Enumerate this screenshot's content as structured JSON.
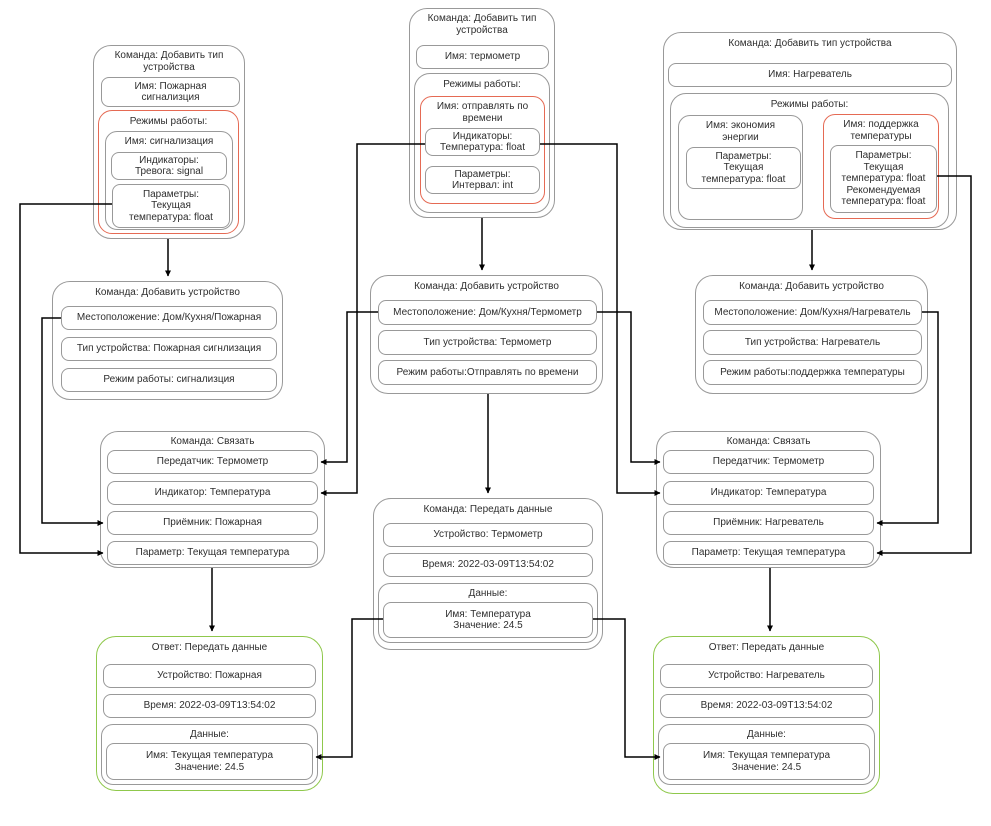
{
  "colors": {
    "red_border": "#e56a54",
    "green_border": "#8fc84c",
    "gray_border": "#999999",
    "connector": "#000000"
  },
  "diagram": {
    "left_type": {
      "title": "Команда: Добавить тип\nустройства",
      "name": "Имя: Пожарная\nсигнализция",
      "modes_label": "Режимы работы:",
      "mode_name": "Имя: сигнализация",
      "indicators": "Индикаторы:\nТревога: signal",
      "parameters": "Параметры:\nТекущая\nтемпература: float"
    },
    "mid_type": {
      "title": "Команда: Добавить тип\nустройства",
      "name": "Имя: термометр",
      "modes_label": "Режимы работы:",
      "mode_name": "Имя: отправлять по\nвремени",
      "indicators": "Индикаторы:\nТемпература: float",
      "parameters": "Параметры:\nИнтервал: int"
    },
    "right_type": {
      "title": "Команда: Добавить тип устройства",
      "name": "Имя: Нагреватель",
      "modes_label": "Режимы работы:",
      "mode_a_name": "Имя: экономия\nэнергии",
      "mode_a_parameters": "Параметры:\nТекущая\nтемпература: float",
      "mode_b_name": "Имя: поддержка\nтемпературы",
      "mode_b_parameters": "Параметры:\nТекущая\nтемпература: float\nРекомендуемая\nтемпература: float"
    },
    "left_add": {
      "title": "Команда: Добавить устройство",
      "items": [
        "Местоположение: Дом/Кухня/Пожарная",
        "Тип устройства: Пожарная сигнлизация",
        "Режим работы: сигнализция"
      ]
    },
    "mid_add": {
      "title": "Команда: Добавить устройство",
      "items": [
        "Местоположение: Дом/Кухня/Термометр",
        "Тип устройства: Термометр",
        "Режим работы:Отправлять по времени"
      ]
    },
    "right_add": {
      "title": "Команда: Добавить устройство",
      "items": [
        "Местоположение: Дом/Кухня/Нагреватель",
        "Тип устройства: Нагреватель",
        "Режим работы:поддержка температуры"
      ]
    },
    "left_link": {
      "title": "Команда: Связать",
      "items": [
        "Передатчик: Термометр",
        "Индикатор: Температура",
        "Приёмник: Пожарная",
        "Параметр: Текущая температура"
      ]
    },
    "right_link": {
      "title": "Команда: Связать",
      "items": [
        "Передатчик: Термометр",
        "Индикатор: Температура",
        "Приёмник: Нагреватель",
        "Параметр: Текущая температура"
      ]
    },
    "mid_send": {
      "title": "Команда: Передать данные",
      "device": "Устройство: Термометр",
      "time": "Время: 2022-03-09T13:54:02",
      "data_label": "Данные:",
      "data_value": "Имя: Температура\nЗначение: 24.5"
    },
    "left_resp": {
      "title": "Ответ: Передать данные",
      "device": "Устройство: Пожарная",
      "time": "Время: 2022-03-09T13:54:02",
      "data_label": "Данные:",
      "data_value": "Имя: Текущая температура\nЗначение: 24.5"
    },
    "right_resp": {
      "title": "Ответ: Передать данные",
      "device": "Устройство: Нагреватель",
      "time": "Время: 2022-03-09T13:54:02",
      "data_label": "Данные:",
      "data_value": "Имя: Текущая температура\nЗначение: 24.5"
    }
  }
}
